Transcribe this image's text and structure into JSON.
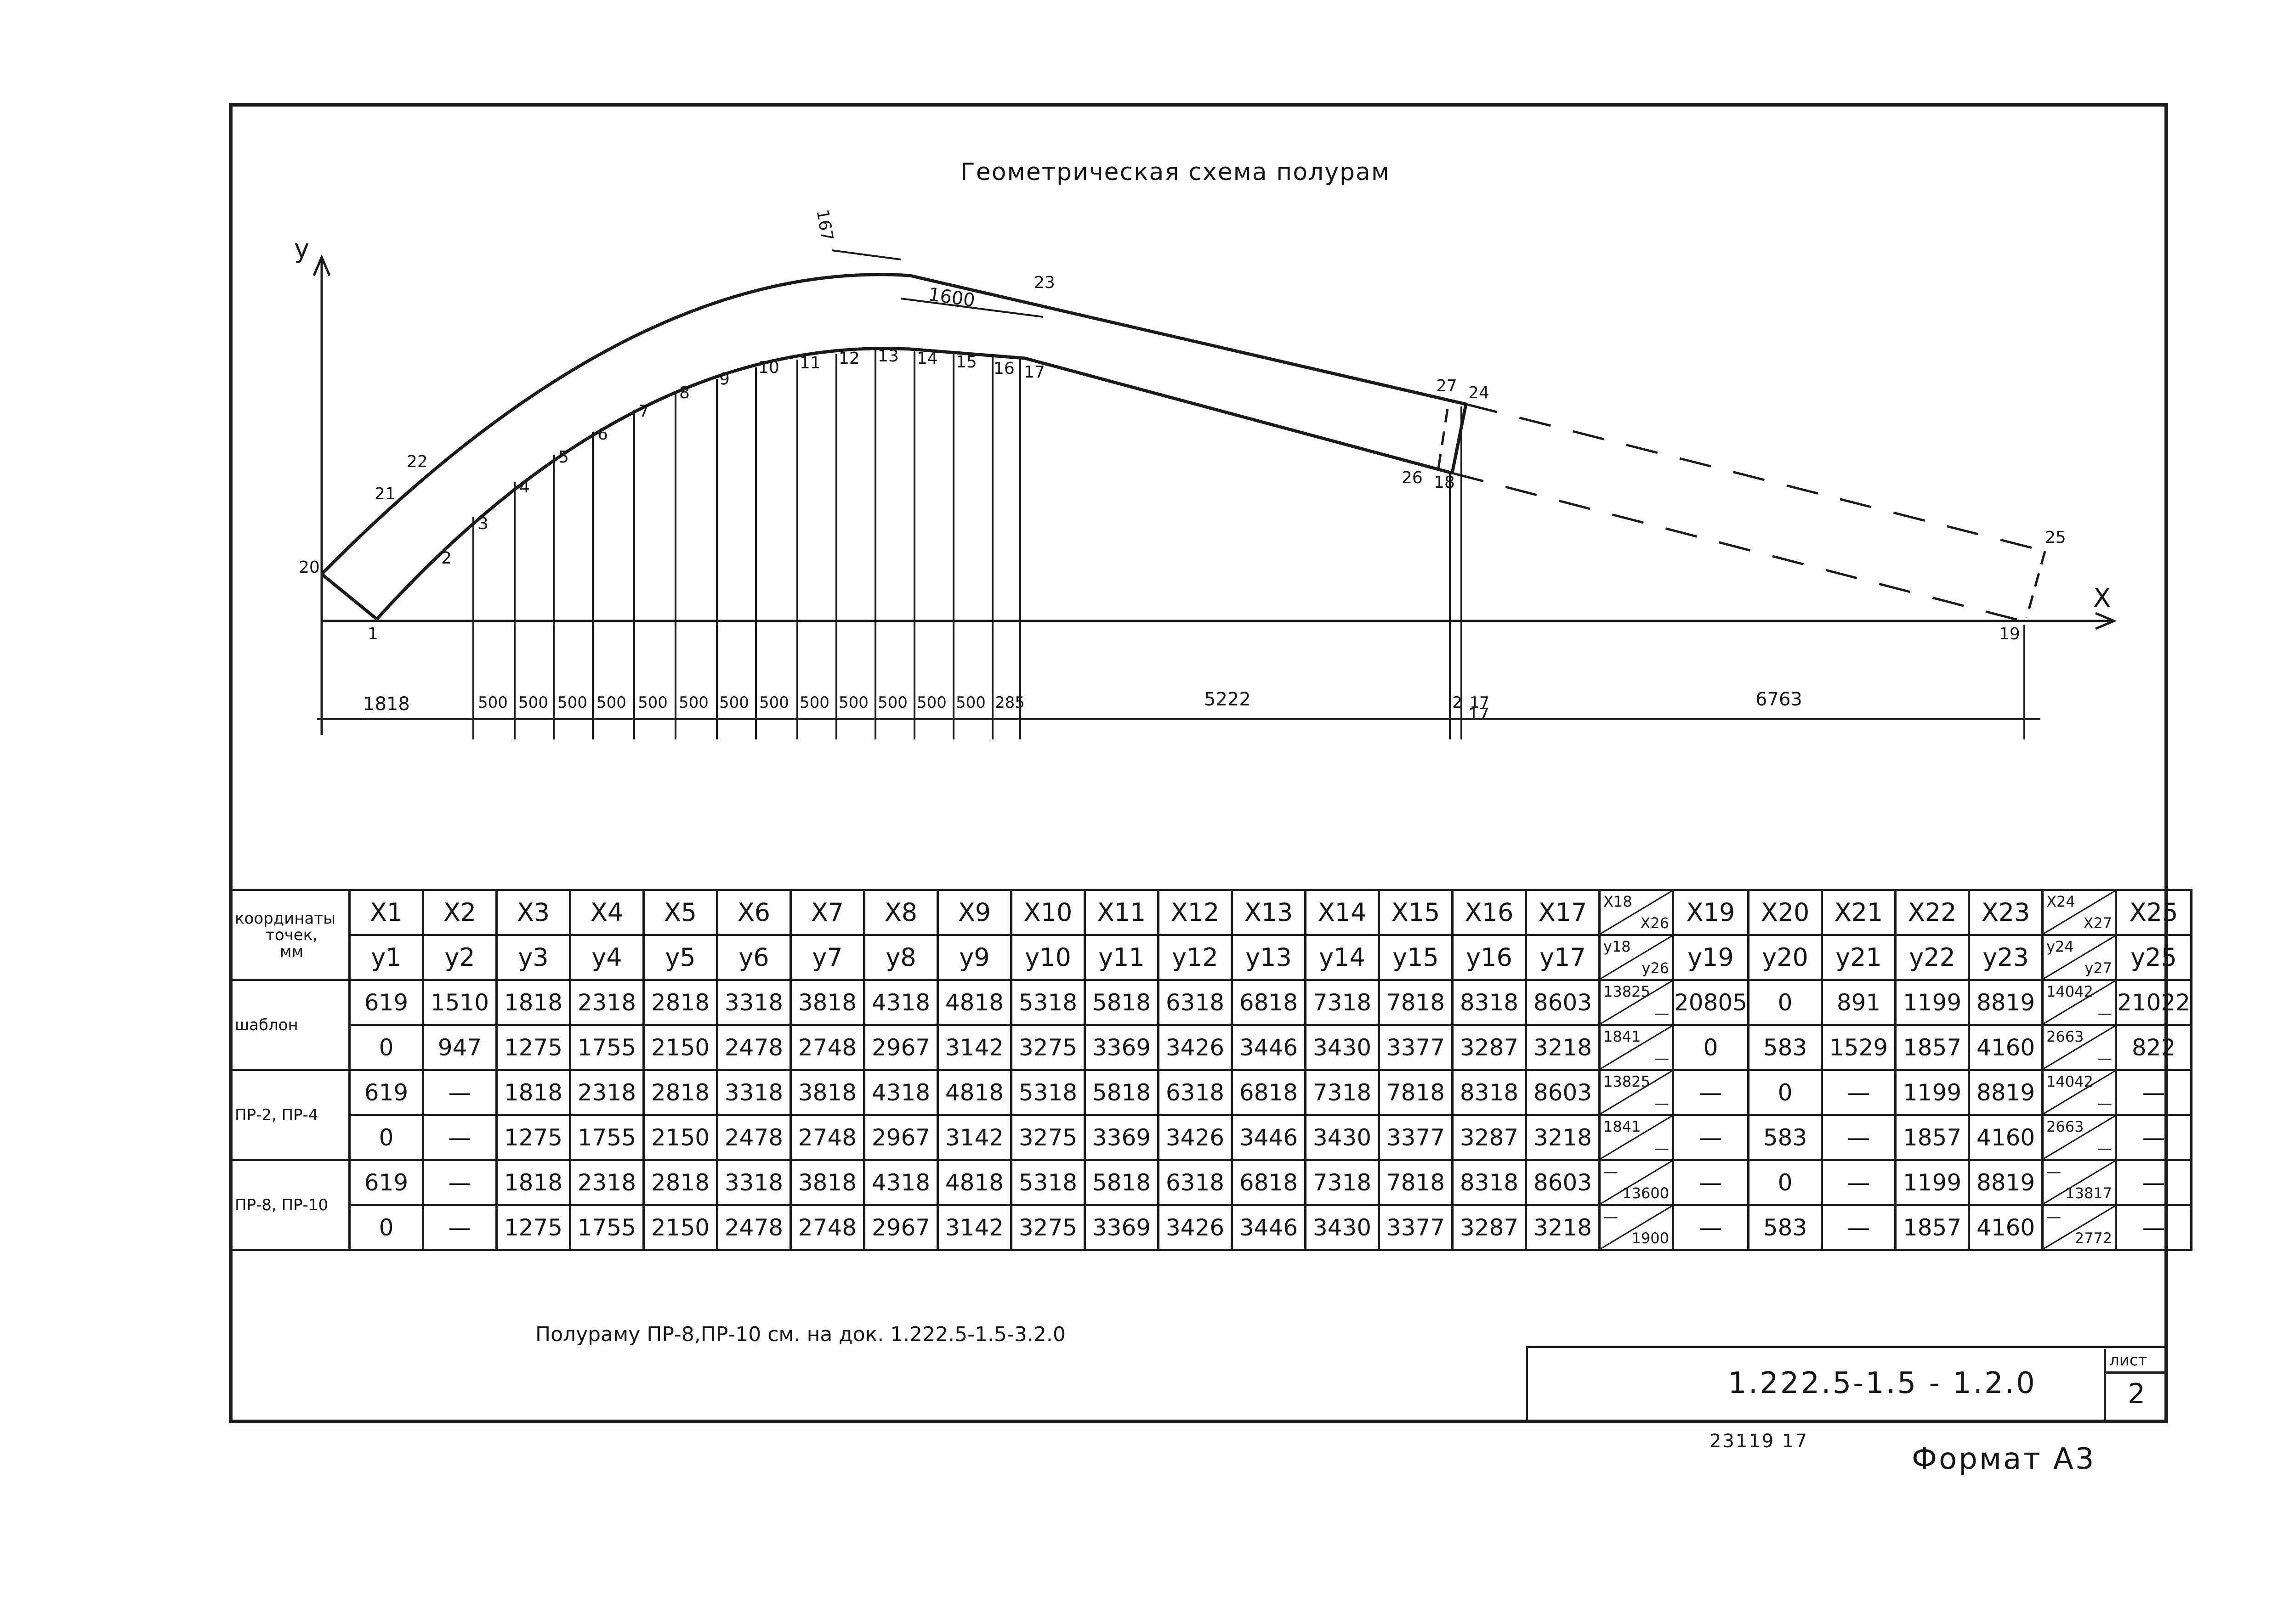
{
  "drawing": {
    "title": "Геометрическая схема полурам",
    "axis_y": "y",
    "axis_x": "X",
    "dim_slope": "167",
    "dim_1600": "1600",
    "point_labels": [
      "1",
      "2",
      "3",
      "4",
      "5",
      "6",
      "7",
      "8",
      "9",
      "10",
      "11",
      "12",
      "13",
      "14",
      "15",
      "16",
      "17",
      "17",
      "18",
      "19",
      "20",
      "21",
      "22",
      "23",
      "24",
      "25",
      "26",
      "27"
    ],
    "bottom_dims": [
      "1818",
      "500",
      "500",
      "500",
      "500",
      "500",
      "500",
      "500",
      "500",
      "500",
      "500",
      "500",
      "500",
      "500",
      "285",
      "5222",
      "2",
      "17",
      "6763"
    ]
  },
  "table": {
    "row_header": [
      "координаты",
      "точек,",
      "мм"
    ],
    "x_headers": [
      "X1",
      "X2",
      "X3",
      "X4",
      "X5",
      "X6",
      "X7",
      "X8",
      "X9",
      "X10",
      "X11",
      "X12",
      "X13",
      "X14",
      "X15",
      "X16",
      "X17",
      "X18/X26",
      "X19",
      "X20",
      "X21",
      "X22",
      "X23",
      "X24/X27",
      "X25"
    ],
    "y_headers": [
      "y1",
      "y2",
      "y3",
      "y4",
      "y5",
      "y6",
      "y7",
      "y8",
      "y9",
      "y10",
      "y11",
      "y12",
      "y13",
      "y14",
      "y15",
      "y16",
      "y17",
      "y18/y26",
      "y19",
      "y20",
      "y21",
      "y22",
      "y23",
      "y24/y27",
      "y25"
    ],
    "groups": [
      {
        "name": "шаблон",
        "x": [
          "619",
          "1510",
          "1818",
          "2318",
          "2818",
          "3318",
          "3818",
          "4318",
          "4818",
          "5318",
          "5818",
          "6318",
          "6818",
          "7318",
          "7818",
          "8318",
          "8603",
          "13825/—",
          "20805",
          "0",
          "891",
          "1199",
          "8819",
          "14042/—",
          "21022"
        ],
        "y": [
          "0",
          "947",
          "1275",
          "1755",
          "2150",
          "2478",
          "2748",
          "2967",
          "3142",
          "3275",
          "3369",
          "3426",
          "3446",
          "3430",
          "3377",
          "3287",
          "3218",
          "1841/—",
          "0",
          "583",
          "1529",
          "1857",
          "4160",
          "2663/—",
          "822"
        ]
      },
      {
        "name": "ПР-2, ПР-4",
        "x": [
          "619",
          "—",
          "1818",
          "2318",
          "2818",
          "3318",
          "3818",
          "4318",
          "4818",
          "5318",
          "5818",
          "6318",
          "6818",
          "7318",
          "7818",
          "8318",
          "8603",
          "13825/—",
          "—",
          "0",
          "—",
          "1199",
          "8819",
          "14042/—",
          "—"
        ],
        "y": [
          "0",
          "—",
          "1275",
          "1755",
          "2150",
          "2478",
          "2748",
          "2967",
          "3142",
          "3275",
          "3369",
          "3426",
          "3446",
          "3430",
          "3377",
          "3287",
          "3218",
          "1841/—",
          "—",
          "583",
          "—",
          "1857",
          "4160",
          "2663/—",
          "—"
        ]
      },
      {
        "name": "ПР-8, ПР-10",
        "x": [
          "619",
          "—",
          "1818",
          "2318",
          "2818",
          "3318",
          "3818",
          "4318",
          "4818",
          "5318",
          "5818",
          "6318",
          "6818",
          "7318",
          "7818",
          "8318",
          "8603",
          "—/13600",
          "—",
          "0",
          "—",
          "1199",
          "8819",
          "—/13817",
          "—"
        ],
        "y": [
          "0",
          "—",
          "1275",
          "1755",
          "2150",
          "2478",
          "2748",
          "2967",
          "3142",
          "3275",
          "3369",
          "3426",
          "3446",
          "3430",
          "3377",
          "3287",
          "3218",
          "—/1900",
          "—",
          "583",
          "—",
          "1857",
          "4160",
          "—/2772",
          "—"
        ]
      }
    ]
  },
  "note": "Полураму ПР-8,ПР-10 см. на док. 1.222.5-1.5-3.2.0",
  "stamp": {
    "doc_number": "1.222.5-1.5 - 1.2.0",
    "sheet_label": "лист",
    "sheet_number": "2"
  },
  "footer": {
    "inventory": "23119   17",
    "format": "Формат А3"
  }
}
